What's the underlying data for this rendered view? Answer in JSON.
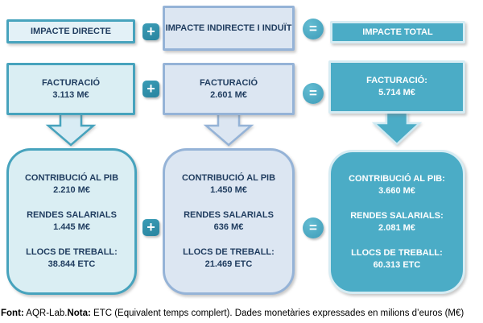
{
  "palette": {
    "teal_solid": "#4bacc6",
    "teal_border": "#47a3bd",
    "teal_icon": "#2e8ca8",
    "light_teal_fill": "#daeef3",
    "blue_border": "#95b3d7",
    "periwinkle_fill": "#dce6f2",
    "navy_text": "#1f3c5f",
    "white_text": "#ffffff"
  },
  "operators": {
    "plus": "+",
    "equals": "="
  },
  "columns": [
    {
      "header": "IMPACTE DIRECTE",
      "facturacio": {
        "label": "FACTURACIÓ",
        "value": "3.113 M€"
      },
      "details": [
        {
          "label": "CONTRIBUCIÓ AL PIB",
          "value": "2.210 M€"
        },
        {
          "label": "RENDES SALARIALS",
          "value": "1.445 M€"
        },
        {
          "label": "LLOCS DE TREBALL:",
          "value": "38.844 ETC"
        }
      ]
    },
    {
      "header": "IMPACTE INDIRECTE I INDUÏT",
      "facturacio": {
        "label": "FACTURACIÓ",
        "value": "2.601 M€"
      },
      "details": [
        {
          "label": "CONTRIBUCIÓ AL PIB",
          "value": "1.450 M€"
        },
        {
          "label": "RENDES SALARIALS",
          "value": "636 M€"
        },
        {
          "label": "LLOCS DE TREBALL:",
          "value": "21.469 ETC"
        }
      ]
    },
    {
      "header": "IMPACTE TOTAL",
      "facturacio": {
        "label": "FACTURACIÓ:",
        "value": "5.714 M€"
      },
      "details": [
        {
          "label": "CONTRIBUCIÓ AL PIB:",
          "value": "3.660 M€"
        },
        {
          "label": "RENDES SALARIALS:",
          "value": "2.081 M€"
        },
        {
          "label": "LLOCS DE TREBALL:",
          "value": "60.313 ETC"
        }
      ]
    }
  ],
  "footer": {
    "font_label": "Font:",
    "font_text": " AQR-Lab.",
    "nota_label": "Nota:",
    "nota_text": " ETC (Equivalent temps complert). Dades monetàries expressades en milions d’euros (M€)"
  }
}
